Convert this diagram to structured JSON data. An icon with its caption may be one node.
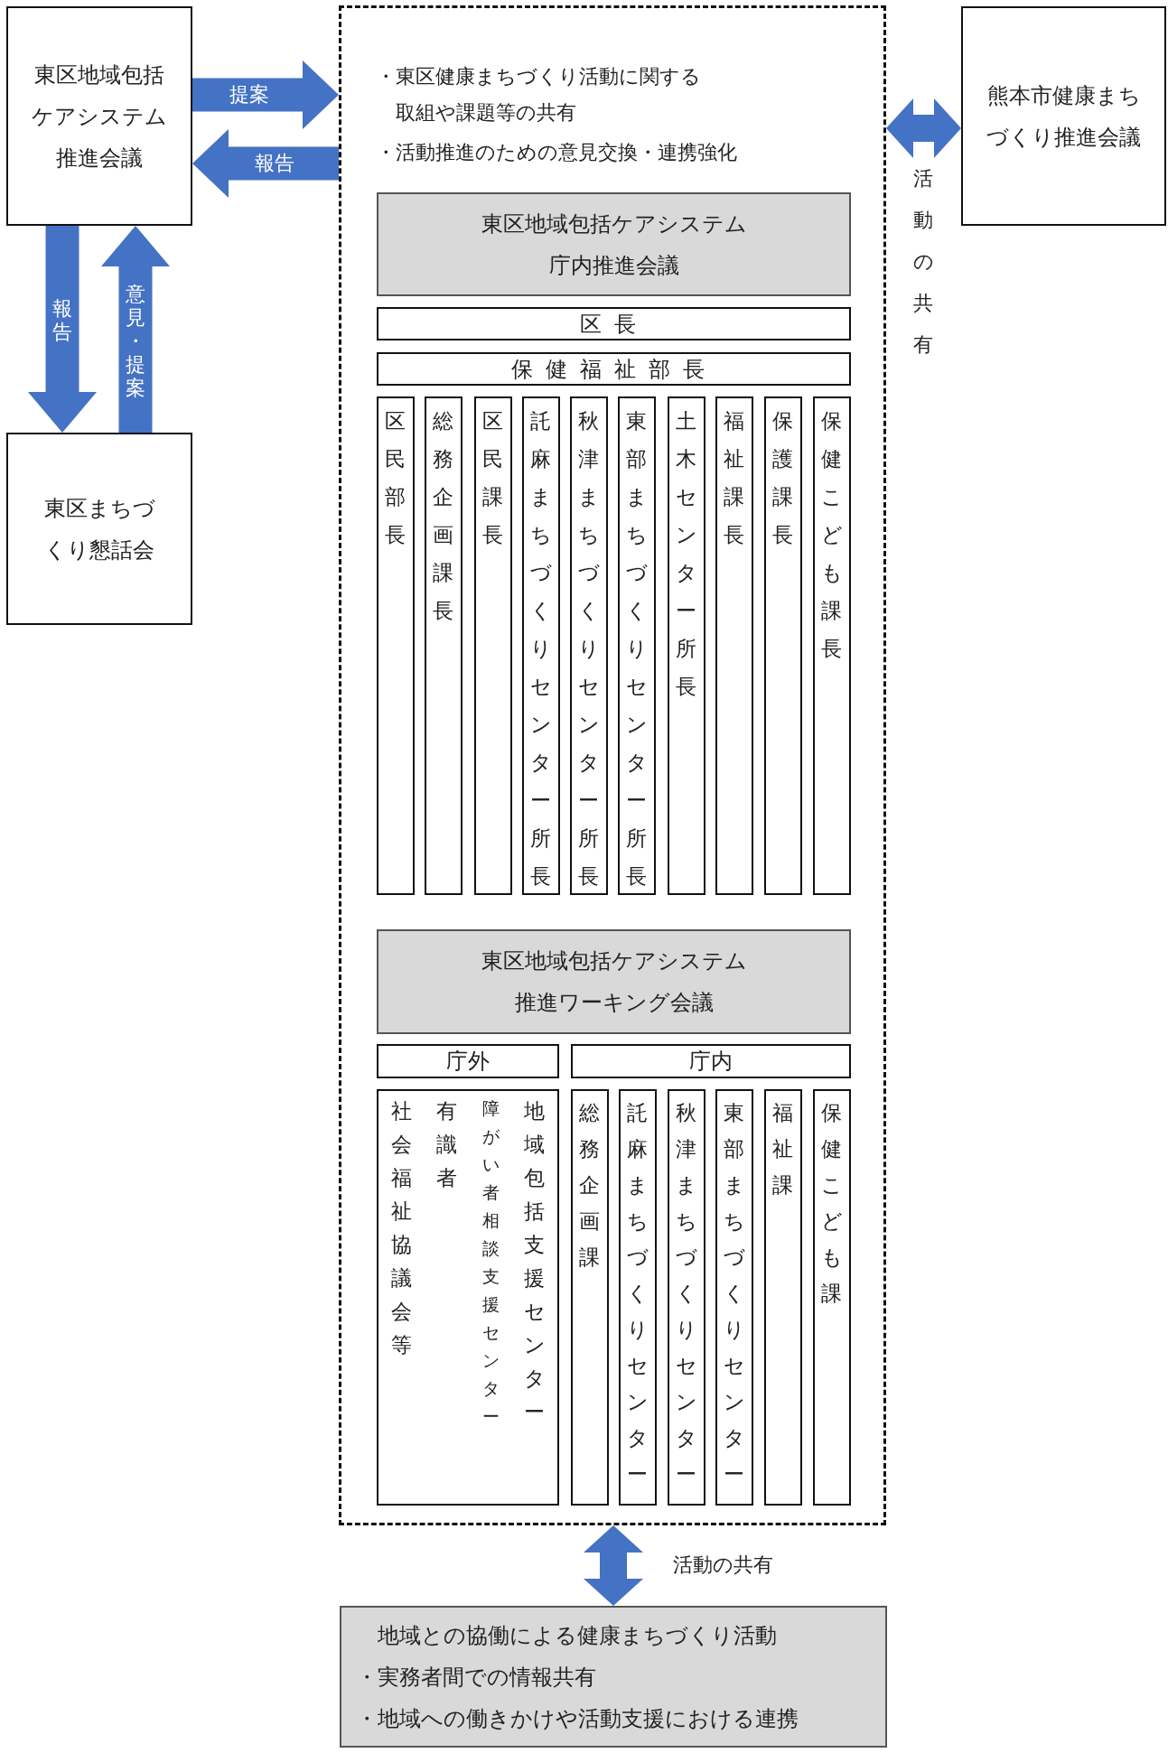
{
  "diagram": {
    "nodes": [
      {
        "text": [
          "東区地域包括ケアシステム推進会議"
        ]
      },
      {
        "text": [
          "・東区健康まちづくり活動に関する取組や課題等の共有",
          "・活動推進のための意見交換・連携強化"
        ]
      },
      {
        "text": [
          "熊本市健康まちづくり推進会議"
        ]
      },
      {
        "text": [
          "東区まちづくり懇話会"
        ]
      },
      {
        "text": [
          "東区地域包括ケアシステム庁内推進会議"
        ],
        "in": 1
      },
      {
        "text": [
          "区長"
        ],
        "in": 1
      },
      {
        "text": [
          "保健福祉部長"
        ],
        "in": 1
      },
      {
        "text": [
          "区民部長"
        ],
        "in": 1
      },
      {
        "text": [
          "総務企画課長"
        ],
        "in": 1
      },
      {
        "text": [
          "区民課長"
        ],
        "in": 1
      },
      {
        "text": [
          "託麻まちづくりセンター所長"
        ],
        "in": 1
      },
      {
        "text": [
          "秋津まちづくりセンター所長"
        ],
        "in": 1
      },
      {
        "text": [
          "東部まちづくりセンター所長"
        ],
        "in": 1
      },
      {
        "text": [
          "土木センター所長"
        ],
        "in": 1
      },
      {
        "text": [
          "福祉課長"
        ],
        "in": 1
      },
      {
        "text": [
          "保護課長"
        ],
        "in": 1
      },
      {
        "text": [
          "保健こども課長"
        ],
        "in": 1
      },
      {
        "text": [
          "東区地域包括ケアシステム推進ワーキング会議"
        ],
        "in": 1
      },
      {
        "text": [
          "庁外"
        ],
        "in": 1
      },
      {
        "text": [
          "庁内"
        ],
        "in": 1
      },
      {
        "text": [
          "社会福祉協議会等",
          "有識者",
          "障がい者相談支援センター",
          "地域包括支援センター"
        ],
        "in": 1
      },
      {
        "text": [
          "総務企画課"
        ],
        "in": 1
      },
      {
        "text": [
          "託麻まちづくりセンター"
        ],
        "in": 1
      },
      {
        "text": [
          "秋津まちづくりセンター"
        ],
        "in": 1
      },
      {
        "text": [
          "東部まちづくりセンター"
        ],
        "in": 1
      },
      {
        "text": [
          "福祉課"
        ],
        "in": 1
      },
      {
        "text": [
          "保健こども課"
        ],
        "in": 1
      },
      {
        "text": [
          "地域との協働による健康まちづくり活動",
          "・実務者間での情報共有",
          "・地域への働きかけや活動支援における連携"
        ]
      }
    ],
    "edges": [
      {
        "from": 0,
        "to": 1,
        "arrow": "to",
        "label": "提案"
      },
      {
        "from": 1,
        "to": 0,
        "arrow": "to",
        "label": "報告"
      },
      {
        "from": 1,
        "to": 2,
        "arrow": "both",
        "label": "活動の共有"
      },
      {
        "from": 0,
        "to": 3,
        "arrow": "to",
        "label": "報告"
      },
      {
        "from": 3,
        "to": 0,
        "arrow": "to",
        "label": "意見・提案"
      },
      {
        "from": 1,
        "to": 27,
        "arrow": "both",
        "label": "活動の共有"
      }
    ]
  }
}
